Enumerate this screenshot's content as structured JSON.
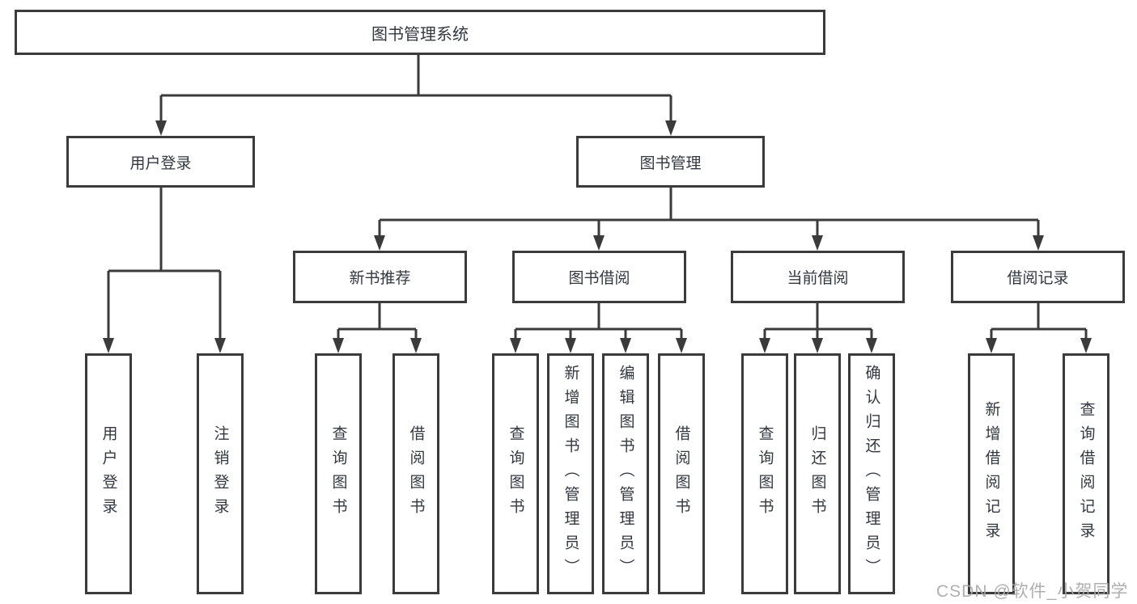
{
  "title": "图书管理系统",
  "level2": {
    "user_login": "用户登录",
    "book_management": "图书管理"
  },
  "modules": {
    "new_book_recommend": "新书推荐",
    "book_borrow": "图书借阅",
    "current_borrow": "当前借阅",
    "borrow_records": "借阅记录"
  },
  "leaves": [
    "用户登录",
    "注销登录",
    "查询图书",
    "借阅图书",
    "查询图书",
    "新增图书（管理员）",
    "编辑图书（管理员）",
    "借阅图书",
    "查询图书",
    "归还图书",
    "确认归还（管理员）",
    "新增借阅记录",
    "查询借阅记录"
  ],
  "watermark": "CSDN @软件_小贺同学",
  "colors": {
    "line": "#3b3b3b",
    "text": "#333840",
    "watermark": "#a8a8a8"
  }
}
